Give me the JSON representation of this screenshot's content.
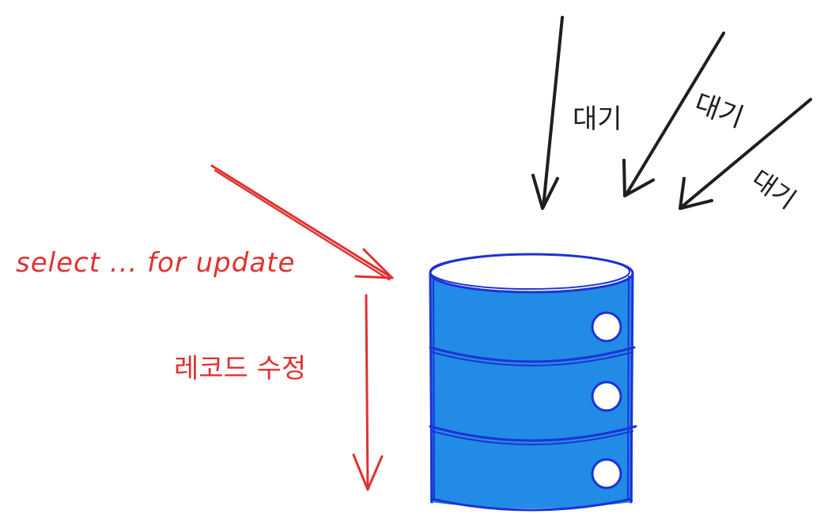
{
  "labels": {
    "lock_query": "select ... for update",
    "modify_record": "레코드 수정",
    "wait_1": "대기",
    "wait_2": "대기",
    "wait_3": "대기"
  },
  "colors": {
    "active": "#e03131",
    "waiting": "#1e1e1e",
    "database_fill": "#228be6",
    "database_outline": "#1c33d6"
  },
  "icons": {
    "database": "database-icon"
  }
}
